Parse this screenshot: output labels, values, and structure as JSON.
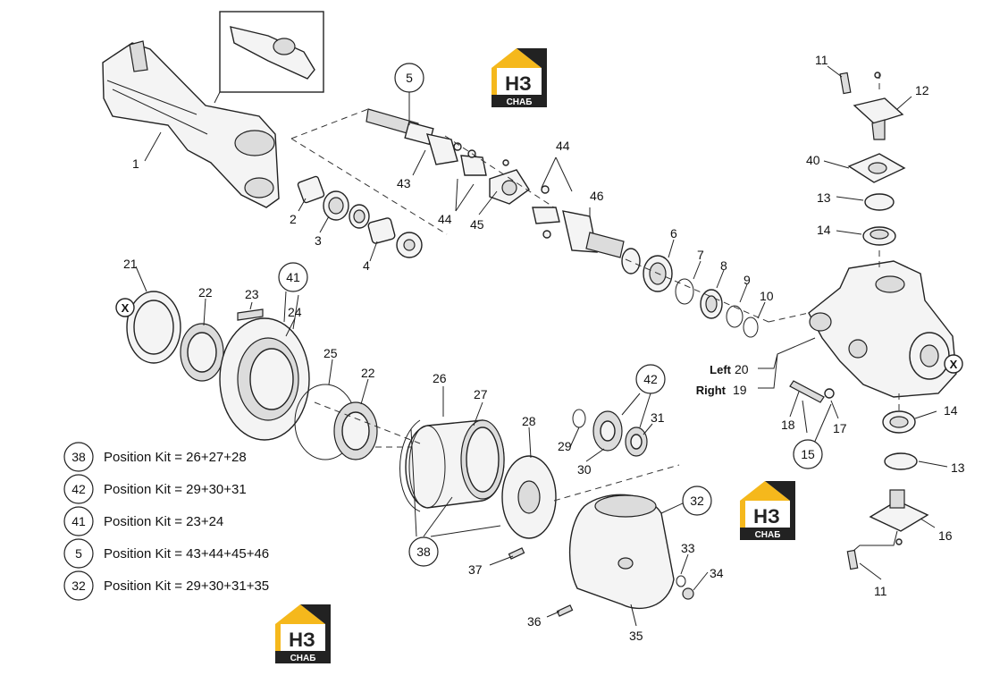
{
  "callouts": {
    "c1": "1",
    "c2": "2",
    "c3": "3",
    "c4": "4",
    "c5": "5",
    "c6": "6",
    "c7": "7",
    "c8": "8",
    "c9": "9",
    "c10": "10",
    "c11a": "11",
    "c11b": "11",
    "c12": "12",
    "c13a": "13",
    "c13b": "13",
    "c14a": "14",
    "c14b": "14",
    "c15": "15",
    "c16": "16",
    "c17": "17",
    "c18": "18",
    "c19": "19",
    "c20": "20",
    "c21": "21",
    "c22a": "22",
    "c22b": "22",
    "c23": "23",
    "c24": "24",
    "c25": "25",
    "c26": "26",
    "c27": "27",
    "c28": "28",
    "c29": "29",
    "c30": "30",
    "c31": "31",
    "c32": "32",
    "c33": "33",
    "c34": "34",
    "c35": "35",
    "c36": "36",
    "c37": "37",
    "c38": "38",
    "c40": "40",
    "c41": "41",
    "c42": "42",
    "c43": "43",
    "c44a": "44",
    "c44b": "44",
    "c45": "45",
    "c46": "46"
  },
  "side_labels": {
    "left": "Left",
    "right": "Right",
    "marker": "X"
  },
  "kits": [
    {
      "id": "38",
      "text": "Position Kit = 26+27+28"
    },
    {
      "id": "42",
      "text": "Position Kit = 29+30+31"
    },
    {
      "id": "41",
      "text": "Position Kit = 23+24"
    },
    {
      "id": "5",
      "text": "Position Kit = 43+44+45+46"
    },
    {
      "id": "32",
      "text": "Position Kit = 29+30+31+35"
    }
  ],
  "logo": {
    "mark": "НЗ",
    "word": "СНАБ",
    "accent": "#f5b81c",
    "dark": "#222222"
  }
}
